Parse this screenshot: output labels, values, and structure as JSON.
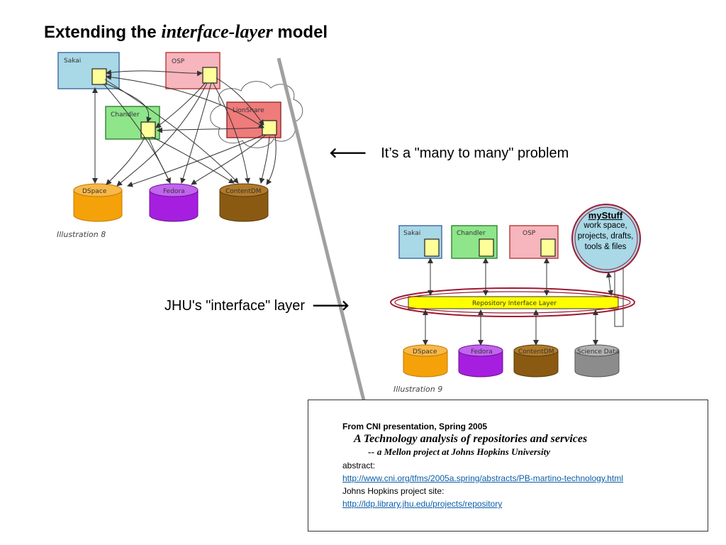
{
  "title": {
    "prefix": "Extending the",
    "emphasis": "interface-layer",
    "suffix": "model"
  },
  "illustration_top": {
    "caption": "Illustration 8",
    "boxes": {
      "sakai": "Sakai",
      "osp": "OSP",
      "chandler": "Chandler",
      "lionshare": "LionShare"
    },
    "repos": {
      "dspace": "DSpace",
      "fedora": "Fedora",
      "contentdm": "ContentDM"
    }
  },
  "callout_many": {
    "arrow": "🡐",
    "text": "It’s a \"many to many\" problem"
  },
  "illustration_bottom": {
    "caption": "Illustration 9",
    "boxes": {
      "sakai": "Sakai",
      "chandler": "Chandler",
      "osp": "OSP"
    },
    "layer_label": "Repository Interface Layer",
    "repos": {
      "dspace": "DSpace",
      "fedora": "Fedora",
      "contentdm": "ContentDM",
      "science": "Science Data"
    }
  },
  "mystuff": {
    "title": "myStuff",
    "line1": "work space,",
    "line2": "projects, drafts,",
    "line3": "tools &  files"
  },
  "callout_jhu": {
    "text": "JHU's \"interface\" layer",
    "arrow": "🡒"
  },
  "citation": {
    "from": "From CNI presentation, Spring 2005",
    "title": "A Technology analysis of repositories and services",
    "subtitle_dash": "--",
    "subtitle": "a Mellon project at Johns Hopkins University",
    "abstract_label": "abstract:",
    "abstract_url": "http://www.cni.org/tfms/2005a.spring/abstracts/PB-martino-technology.html",
    "site_label": "Johns Hopkins project site:",
    "site_url": "http://ldp.library.jhu.edu/projects/repository"
  },
  "colors": {
    "sakai": "#a9d8e6",
    "osp": "#f7b5bd",
    "chandler": "#8ee58a",
    "lionshare": "#ef7b7b",
    "dspace": "#f5a10a",
    "fedora": "#a61fe0",
    "contentdm": "#8a5a12",
    "science": "#8c8c8c",
    "layer": "#ffff00",
    "ellipse": "#9e1b32",
    "pointer_line": "#a0a0a0"
  }
}
